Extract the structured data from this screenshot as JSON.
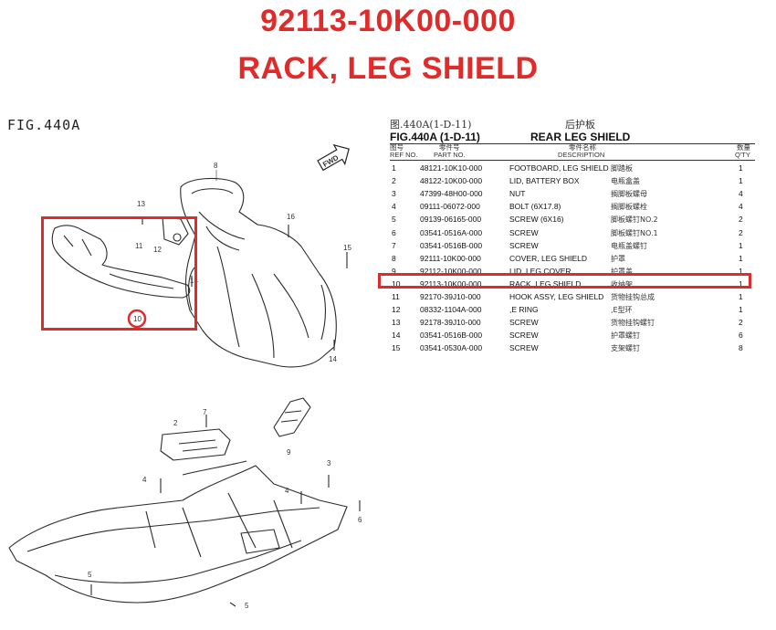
{
  "header": {
    "part_number": "92113-10K00-000",
    "part_name": "RACK, LEG SHIELD"
  },
  "figure": {
    "label": "FIG.440A",
    "callouts": [
      "1",
      "2",
      "3",
      "4",
      "5",
      "6",
      "7",
      "8",
      "9",
      "10",
      "11",
      "12",
      "13",
      "14",
      "15",
      "16"
    ],
    "fwd_label": "FWD"
  },
  "table": {
    "title_cn": "图.440A(1-D-11)",
    "title_cn_right": "后护板",
    "title_en": "FIG.440A (1-D-11)",
    "title_en_right": "REAR LEG SHIELD",
    "col_ref_cn": "图号",
    "col_ref": "REF NO.",
    "col_pn_cn": "零件号",
    "col_pn": "PART NO.",
    "col_desc_cn": "零件名称",
    "col_desc": "DESCRIPTION",
    "col_qty_cn": "数量",
    "col_qty": "Q'TY",
    "rows": [
      {
        "ref": "1",
        "pn": "48121-10K10-000",
        "desc": "FOOTBOARD, LEG SHIELD",
        "cn": "脚踏板",
        "qty": "1"
      },
      {
        "ref": "2",
        "pn": "48122-10K00-000",
        "desc": "LID, BATTERY BOX",
        "cn": "电瓶盒盖",
        "qty": "1"
      },
      {
        "ref": "3",
        "pn": "47399-48H00-000",
        "desc": "NUT",
        "cn": "搁脚板螺母",
        "qty": "4"
      },
      {
        "ref": "4",
        "pn": "09111-06072-000",
        "desc": "BOLT (6X17.8)",
        "cn": "搁脚板螺栓",
        "qty": "4"
      },
      {
        "ref": "5",
        "pn": "09139-06165-000",
        "desc": "SCREW (6X16)",
        "cn": "脚板螺钉NO.2",
        "qty": "2"
      },
      {
        "ref": "6",
        "pn": "03541-0516A-000",
        "desc": "SCREW",
        "cn": "脚板螺钉NO.1",
        "qty": "2"
      },
      {
        "ref": "7",
        "pn": "03541-0516B-000",
        "desc": "SCREW",
        "cn": "电瓶盖螺钉",
        "qty": "1"
      },
      {
        "ref": "8",
        "pn": "92111-10K00-000",
        "desc": "COVER, LEG SHIELD",
        "cn": "护罩",
        "qty": "1"
      },
      {
        "ref": "9",
        "pn": "92112-10K00-000",
        "desc": "LID, LEG COVER",
        "cn": "护罩盖",
        "qty": "1"
      },
      {
        "ref": "10",
        "pn": "92113-10K00-000",
        "desc": "RACK, LEG SHIELD",
        "cn": "收纳架",
        "qty": "1"
      },
      {
        "ref": "11",
        "pn": "92170-39J10-000",
        "desc": "HOOK ASSY, LEG SHIELD",
        "cn": "货物挂钩总成",
        "qty": "1"
      },
      {
        "ref": "12",
        "pn": "08332-1104A-000",
        "desc": ",E RING",
        "cn": ",E型环",
        "qty": "1"
      },
      {
        "ref": "13",
        "pn": "92178-39J10-000",
        "desc": "SCREW",
        "cn": "货物挂钩螺钉",
        "qty": "2"
      },
      {
        "ref": "14",
        "pn": "03541-0516B-000",
        "desc": "SCREW",
        "cn": "护罩螺钉",
        "qty": "6"
      },
      {
        "ref": "15",
        "pn": "03541-0530A-000",
        "desc": "SCREW",
        "cn": "支架螺钉",
        "qty": "8"
      }
    ]
  },
  "colors": {
    "highlight": "#e02b2b"
  }
}
